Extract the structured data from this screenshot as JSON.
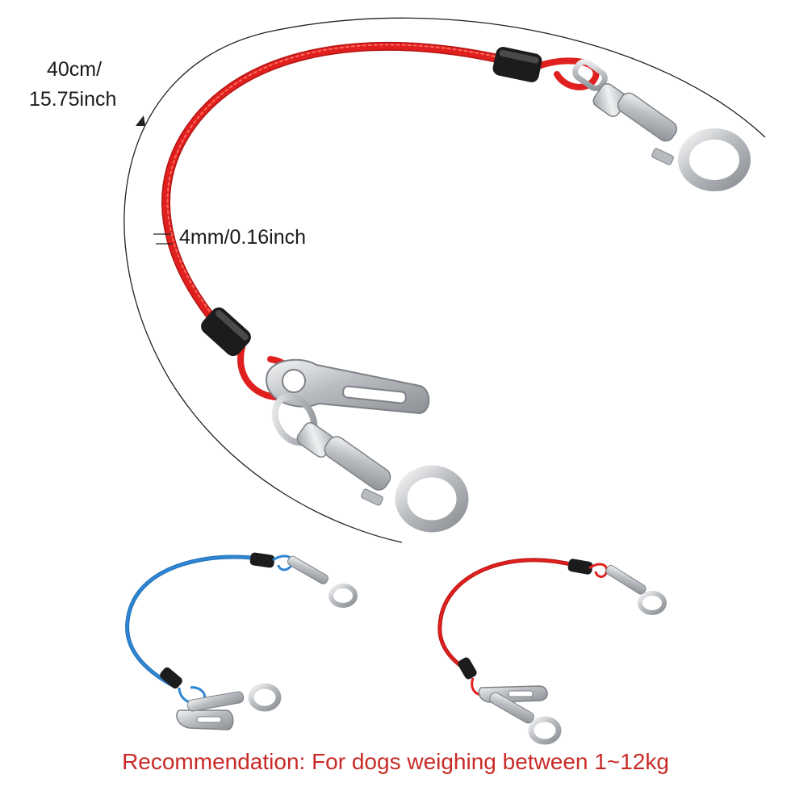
{
  "labels": {
    "length_cm": "40cm/",
    "length_inch": "15.75inch",
    "diameter": "4mm/0.16inch"
  },
  "recommendation": "Recommendation: For dogs weighing between 1~12kg",
  "colors": {
    "cable_red": "#e0201e",
    "cable_blue": "#2f86d3",
    "sleeve": "#1c1c1c",
    "metal": "#c8cbcf",
    "text_dark": "#1a1a1a",
    "text_red": "#c92a27"
  },
  "variants": [
    "blue",
    "red"
  ]
}
